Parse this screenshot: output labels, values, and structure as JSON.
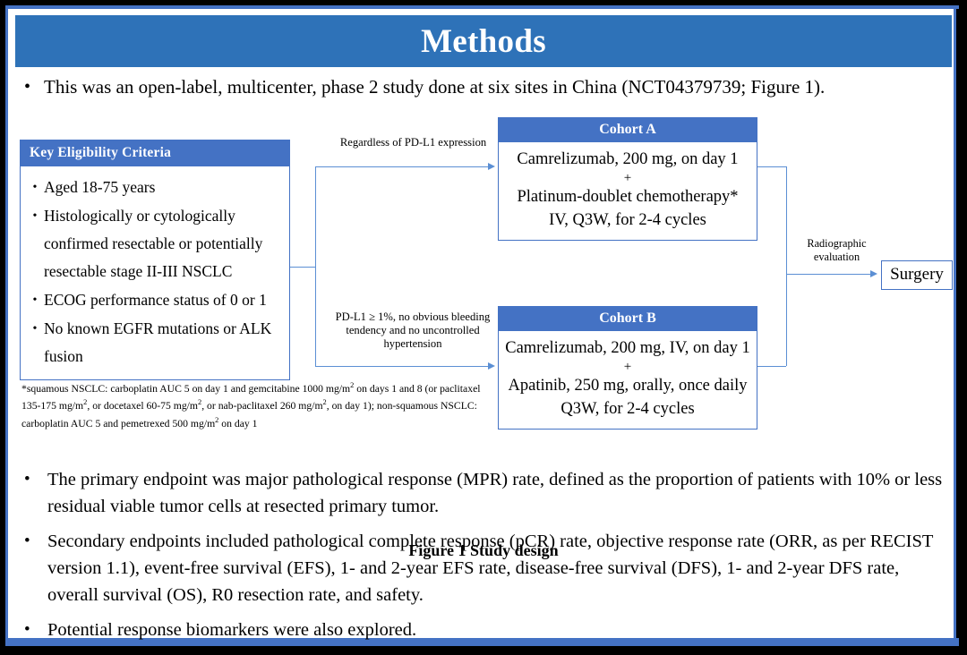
{
  "slide": {
    "title": "Methods",
    "accent_blue": "#4472C4",
    "title_blue": "#2E72B8",
    "line_blue": "#5B8FD4"
  },
  "intro": {
    "bullet": "•",
    "text": "This was an open-label, multicenter, phase 2 study done at six sites in China (NCT04379739; Figure 1)."
  },
  "figure": {
    "caption": "Figure 1 Study design",
    "eligibility": {
      "header": "Key  Eligibility Criteria",
      "bullet": "•",
      "items": [
        "Aged 18-75 years",
        "Histologically or cytologically confirmed resectable or potentially resectable stage II-III  NSCLC",
        "ECOG performance status of 0 or 1",
        "No known EGFR mutations or ALK fusion"
      ]
    },
    "footnote": {
      "line1_a": "*squamous NSCLC: carboplatin AUC 5 on day 1 and gemcitabine 1000 mg/m",
      "line1_sup": "2",
      "line1_b": " on days 1 and 8 (or paclitaxel 135-175  mg/m",
      "line2_sup": "2",
      "line2_b": ", or docetaxel 60-75 mg/m",
      "line3_sup": "2",
      "line3_b": ", or nab-paclitaxel 260 mg/m",
      "line4_sup": "2",
      "line4_b": ", on day 1); non-squamous NSCLC: carboplatin AUC 5 and pemetrexed 500 mg/m",
      "line5_sup": "2",
      "line5_b": " on day 1"
    },
    "cohort_a": {
      "header": "Cohort A",
      "line1": "Camrelizumab, 200 mg, on day 1",
      "plus": "+",
      "line2": "Platinum-doublet chemotherapy*",
      "line3": "IV, Q3W, for 2-4 cycles"
    },
    "cohort_b": {
      "header": "Cohort B",
      "line1": "Camrelizumab, 200 mg, IV, on day 1",
      "plus": "+",
      "line2": "Apatinib, 250 mg, orally, once daily",
      "line3": "Q3W, for 2-4 cycles"
    },
    "annotations": {
      "top_arm": "Regardless  of PD-L1 expression",
      "bottom_arm": "PD-L1 ≥ 1%, no obvious bleeding tendency and no uncontrolled  hypertension",
      "radiographic": "Radiographic evaluation"
    },
    "surgery": {
      "label": "Surgery"
    }
  },
  "bullets": {
    "bullet": "•",
    "items": [
      "The primary endpoint was major pathological response (MPR) rate, defined as the proportion of patients with 10% or less residual viable tumor cells at resected primary tumor.",
      "Secondary endpoints included pathological complete response (pCR) rate, objective response rate (ORR, as per RECIST version 1.1), event-free survival (EFS), 1- and 2-year EFS rate, disease-free survival (DFS), 1- and 2-year DFS rate, overall survival (OS), R0 resection rate, and safety.",
      "Potential response biomarkers were also explored."
    ]
  }
}
